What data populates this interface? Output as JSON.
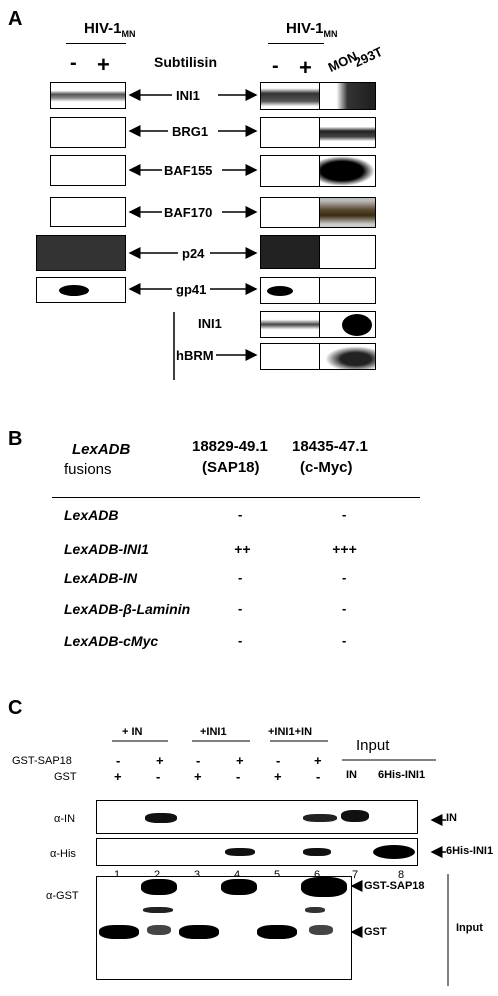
{
  "panelA": {
    "label": "A",
    "hiv_left": "HIV-1",
    "hiv_left_sub": "MN",
    "hiv_right": "HIV-1",
    "hiv_right_sub": "MN",
    "minus_left": "-",
    "plus_left": "+",
    "minus_right": "-",
    "plus_right": "+",
    "subtilisin": "Subtilisin",
    "mon": "MON",
    "cells": "293T",
    "rows": [
      "INI1",
      "BRG1",
      "BAF155",
      "BAF170",
      "p24",
      "gp41"
    ],
    "lower_rows": [
      "INI1",
      "hBRM"
    ]
  },
  "panelB": {
    "label": "B",
    "header_fusion_1": "LexADB",
    "header_fusion_2": "fusions",
    "col1_line1": "18829-49.1",
    "col1_line2": "(SAP18)",
    "col2_line1": "18435-47.1",
    "col2_line2": "(c-Myc)",
    "rows": [
      {
        "name": "LexADB",
        "v1": "-",
        "v2": "-"
      },
      {
        "name": "LexADB-INI1",
        "v1": "++",
        "v2": "+++"
      },
      {
        "name": "LexADB-IN",
        "v1": "-",
        "v2": "-"
      },
      {
        "name": "LexADB-β-Laminin",
        "v1": "-",
        "v2": "-"
      },
      {
        "name": "LexADB-cMyc",
        "v1": "-",
        "v2": "-"
      }
    ]
  },
  "panelC": {
    "label": "C",
    "group1": "+ IN",
    "group2": "+INI1",
    "group3": "+INI1+IN",
    "input": "Input",
    "gst_sap18": "GST-SAP18",
    "gst": "GST",
    "lane_in": "IN",
    "lane_his": "6His-INI1",
    "signs_gst": [
      "+",
      "-",
      "+",
      "-",
      "+",
      "-"
    ],
    "signs_sap": [
      "-",
      "+",
      "-",
      "+",
      "-",
      "+"
    ],
    "row_in": "α-IN",
    "row_his": "α-His",
    "row_gst": "α-GST",
    "right_in": "IN",
    "right_his": "6His-INI1",
    "right_gst_sap18": "GST-SAP18",
    "right_gst": "GST",
    "right_input": "Input",
    "lanes": [
      "1",
      "2",
      "3",
      "4",
      "5",
      "6",
      "7",
      "8"
    ]
  }
}
